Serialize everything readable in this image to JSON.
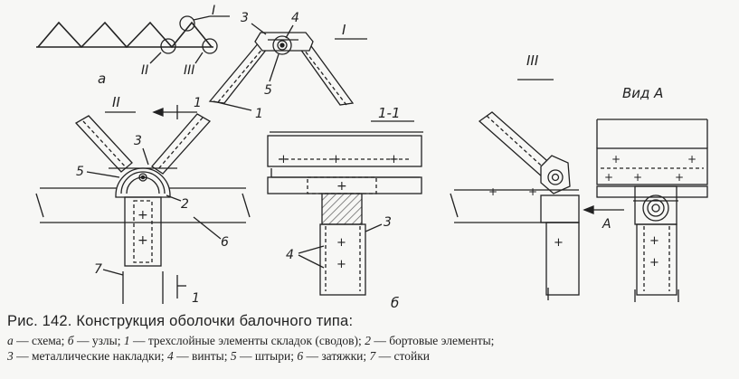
{
  "caption": {
    "title": "Рис. 142. Конструкция оболочки балочного типа:",
    "legend": [
      {
        "key": "а",
        "text": "схема;"
      },
      {
        "key": "б",
        "text": "узлы;"
      },
      {
        "key": "1",
        "text": "трехслойные элементы складок (сводов);"
      },
      {
        "key": "2",
        "text": "бортовые элементы;"
      },
      {
        "key": "3",
        "text": "металлические накладки;"
      },
      {
        "key": "4",
        "text": "винты;"
      },
      {
        "key": "5",
        "text": "штыри;"
      },
      {
        "key": "6",
        "text": "затяжки;"
      },
      {
        "key": "7",
        "text": "стойки"
      }
    ],
    "dash": "—"
  },
  "labels": {
    "scheme": "а",
    "nodes": "б",
    "node_I": "I",
    "node_II": "II",
    "node_III": "III",
    "section": "1-1",
    "view": "Вид А",
    "arrow_A": "А",
    "n1": "1",
    "n2": "2",
    "n3": "3",
    "n4": "4",
    "n5": "5",
    "n6": "6",
    "n7": "7"
  },
  "colors": {
    "ink": "#222222",
    "paper": "#f7f7f5",
    "hatch": "#555555"
  }
}
